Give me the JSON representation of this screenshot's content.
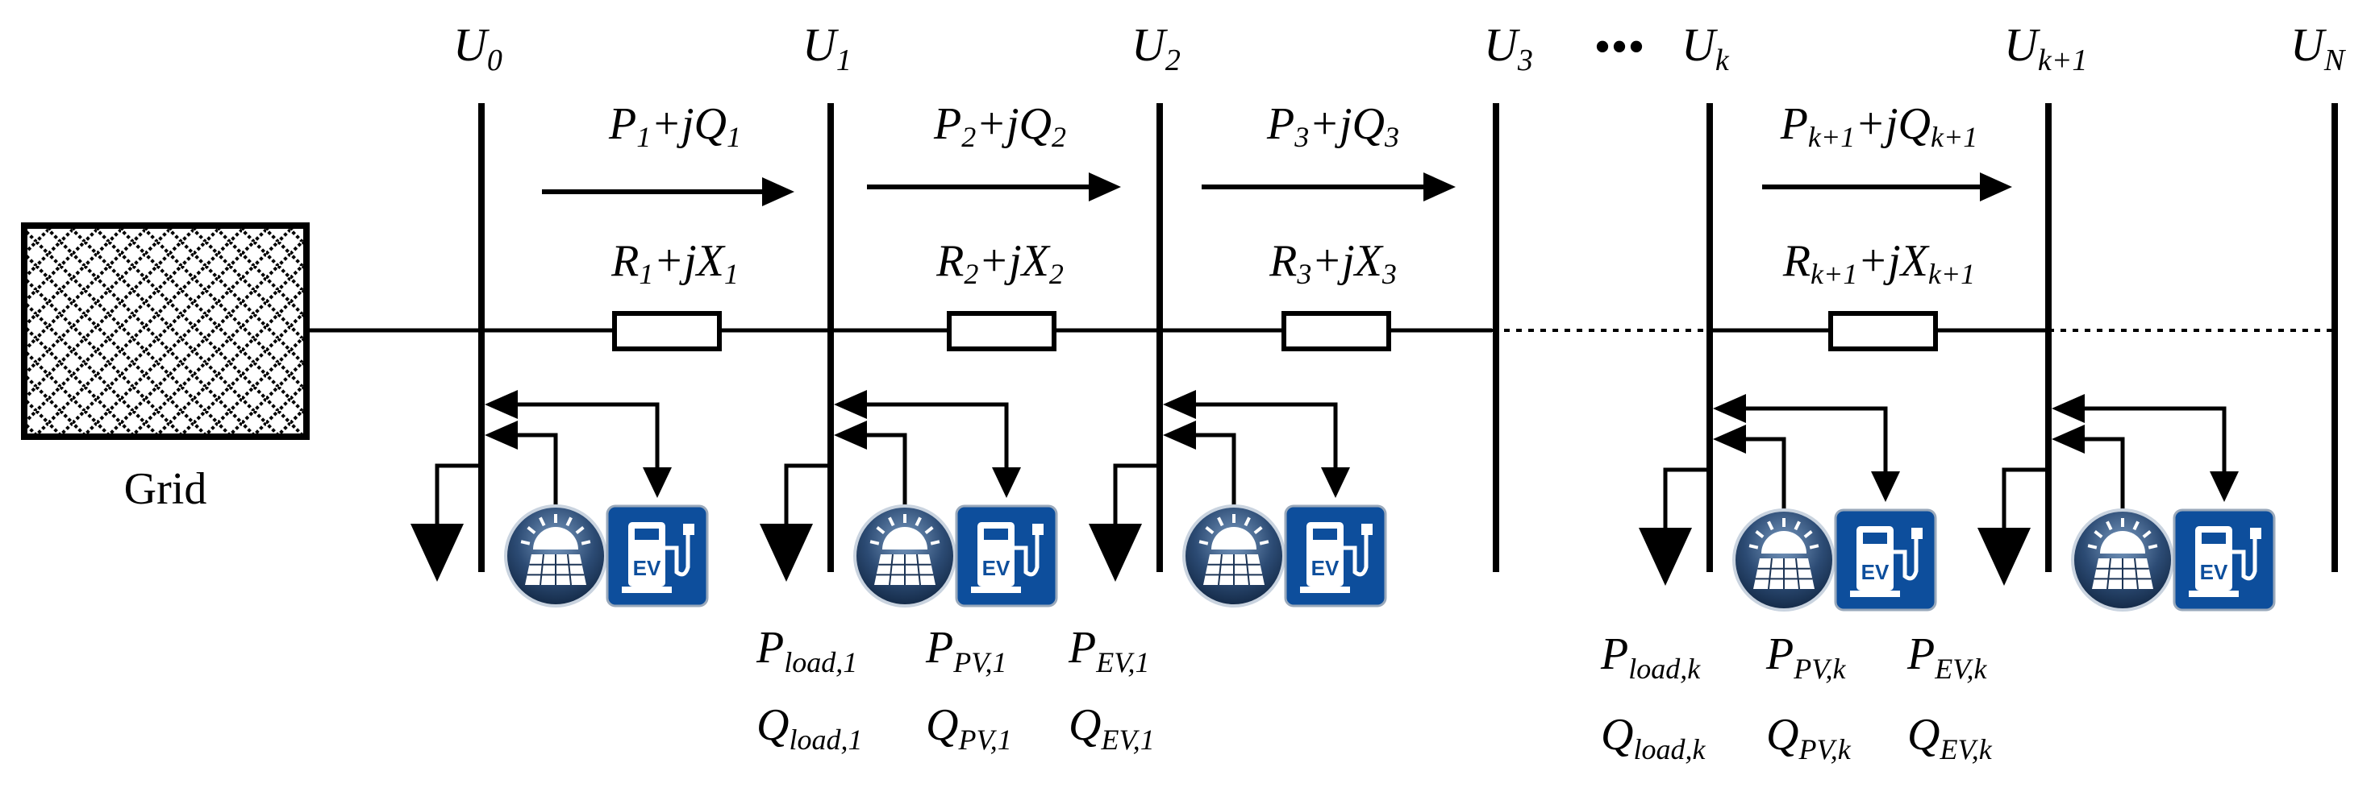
{
  "grid_label": "Grid",
  "buses": [
    {
      "sym": "U",
      "sub": "0"
    },
    {
      "sym": "U",
      "sub": "1"
    },
    {
      "sym": "U",
      "sub": "2"
    },
    {
      "sym": "U",
      "sub": "3"
    },
    {
      "sym": "U",
      "sub": "k"
    },
    {
      "sym": "U",
      "sub": "k+1"
    },
    {
      "sym": "U",
      "sub": "N"
    }
  ],
  "ellipsis": "•••",
  "branches": [
    {
      "p": "P",
      "ps": "1",
      "jq": "+jQ",
      "qs": "1",
      "r": "R",
      "rs": "1",
      "jx": "+jX",
      "xs": "1"
    },
    {
      "p": "P",
      "ps": "2",
      "jq": "+jQ",
      "qs": "2",
      "r": "R",
      "rs": "2",
      "jx": "+jX",
      "xs": "2"
    },
    {
      "p": "P",
      "ps": "3",
      "jq": "+jQ",
      "qs": "3",
      "r": "R",
      "rs": "3",
      "jx": "+jX",
      "xs": "3"
    },
    {
      "p": "P",
      "ps": "k+1",
      "jq": "+jQ",
      "qs": "k+1",
      "r": "R",
      "rs": "k+1",
      "jx": "+jX",
      "xs": "k+1"
    }
  ],
  "device_labels": {
    "bus1": {
      "pload": {
        "sym": "P",
        "sub": "load,1"
      },
      "ppv": {
        "sym": "P",
        "sub": "PV,1"
      },
      "pev": {
        "sym": "P",
        "sub": "EV,1"
      },
      "qload": {
        "sym": "Q",
        "sub": "load,1"
      },
      "qpv": {
        "sym": "Q",
        "sub": "PV,1"
      },
      "qev": {
        "sym": "Q",
        "sub": "EV,1"
      }
    },
    "busk": {
      "pload": {
        "sym": "P",
        "sub": "load,k"
      },
      "ppv": {
        "sym": "P",
        "sub": "PV,k"
      },
      "pev": {
        "sym": "P",
        "sub": "EV,k"
      },
      "qload": {
        "sym": "Q",
        "sub": "load,k"
      },
      "qpv": {
        "sym": "Q",
        "sub": "PV,k"
      },
      "qev": {
        "sym": "Q",
        "sub": "EV,k"
      }
    }
  },
  "ev_icon_text": "EV",
  "colors": {
    "line": "#000000",
    "ev_blue": "#0d4e9c",
    "pv_dark": "#1d3556",
    "pv_light": "#6f8fb3"
  }
}
